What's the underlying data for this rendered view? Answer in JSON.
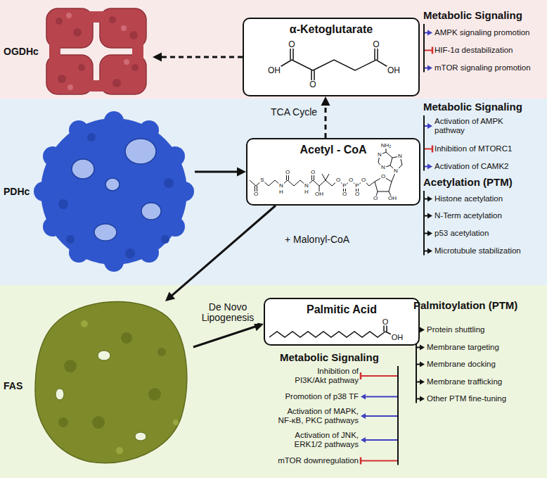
{
  "diagram": {
    "nodes": [
      {
        "text": [
          "OGDHc"
        ]
      },
      {
        "text": [
          "α-Ketoglutarate",
          "OH",
          "O",
          "O",
          "O",
          "OH"
        ]
      },
      {
        "text": [
          "PDHc"
        ]
      },
      {
        "text": [
          "Acetyl - CoA",
          "O",
          "S",
          "N",
          "H",
          "O",
          "N",
          "H",
          "O",
          "OH",
          "O",
          "P",
          "O",
          "O",
          "P",
          "O",
          "O",
          "O",
          "OH",
          "O",
          "N",
          "N",
          "N",
          "N",
          "NH₂"
        ]
      },
      {
        "text": [
          "FAS"
        ]
      },
      {
        "text": [
          "Palmitic Acid",
          "O",
          "OH"
        ]
      }
    ],
    "edges": [
      {
        "from": 2,
        "to": 3,
        "arrow": "to"
      },
      {
        "from": 1,
        "to": 0,
        "arrow": "to"
      },
      {
        "from": 3,
        "to": 1,
        "label": "TCA Cycle",
        "arrow": "to"
      },
      {
        "from": 3,
        "to": 4,
        "label": "+ Malonyl-CoA",
        "arrow": "to"
      },
      {
        "from": 4,
        "to": 5,
        "label": "De Novo Lipogenesis",
        "arrow": "to"
      }
    ],
    "labels": [
      "Metabolic Signaling",
      "AMPK signaling promotion",
      "HIF-1α destabilization",
      "mTOR signaling promotion",
      "Metabolic Signaling",
      "Activation of AMPK pathway",
      "Inhibition of MTORC1",
      "Activation of CAMK2",
      "Acetylation (PTM)",
      "Histone acetylation",
      "N-Term acetylation",
      "p53 acetylation",
      "Microtubule stabilization",
      "Palmitoylation (PTM)",
      "Protein shuttling",
      "Membrane targeting",
      "Membrane docking",
      "Membrane trafficking",
      "Other PTM fine-tuning",
      "Metabolic Signaling",
      "Inhibition of PI3K/Akt pathway",
      "Promotion of p38 TF",
      "Activation of MAPK, NF-κB, PKC pathways",
      "Activation of JNK, ERK1/2 pathways",
      "mTOR downregulation"
    ]
  }
}
